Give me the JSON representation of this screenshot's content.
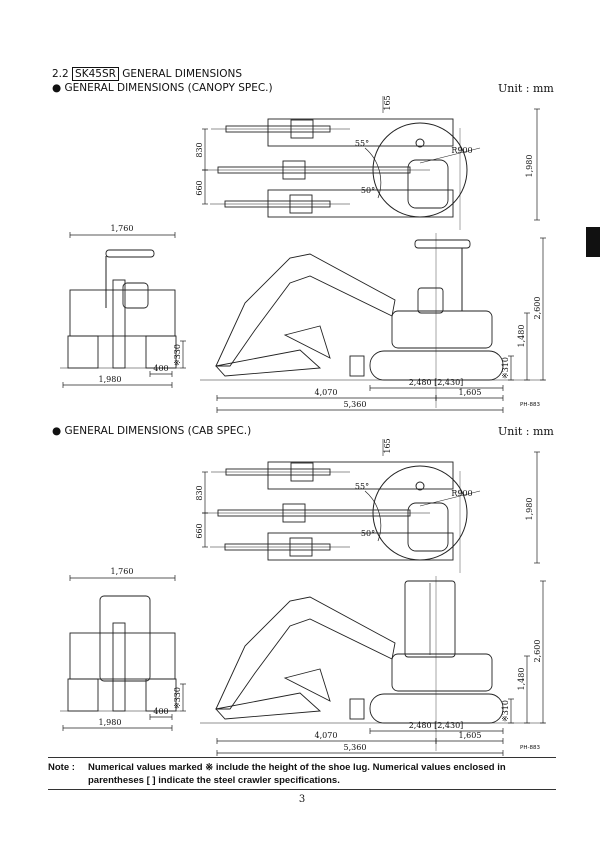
{
  "heading": {
    "number": "2.2",
    "model": "SK45SR",
    "text": "GENERAL DIMENSIONS"
  },
  "sections": [
    {
      "subtitle": "GENERAL DIMENSIONS (CANOPY SPEC.)",
      "unit": "Unit : mm",
      "top_view": {
        "d165": "165",
        "d830": "830",
        "d660": "660",
        "ang55": "55°",
        "ang50": "50°",
        "r900": "R900",
        "d1980": "1,980"
      },
      "front_view": {
        "width_top": "1,760",
        "width_bottom": "1,980",
        "d400": "400",
        "d330": "※330"
      },
      "side_view": {
        "height": "2,600",
        "d1480": "1,480",
        "d310": "※310",
        "d2480": "2,480 [2,430]",
        "d4070": "4,070",
        "d1605": "1,605",
        "d5360": "5,360",
        "code": "PH-883"
      },
      "cab": false
    },
    {
      "subtitle": "GENERAL DIMENSIONS (CAB SPEC.)",
      "unit": "Unit : mm",
      "top_view": {
        "d165": "165",
        "d830": "830",
        "d660": "660",
        "ang55": "55°",
        "ang50": "50°",
        "r900": "R900",
        "d1980": "1,980"
      },
      "front_view": {
        "width_top": "1,760",
        "width_bottom": "1,980",
        "d400": "400",
        "d330": "※330"
      },
      "side_view": {
        "height": "2,600",
        "d1480": "1,480",
        "d310": "※310",
        "d2480": "2,480 [2,430]",
        "d4070": "4,070",
        "d1605": "1,605",
        "d5360": "5,360",
        "code": "PH-883"
      },
      "cab": true
    }
  ],
  "note": {
    "label": "Note :",
    "line1": "Numerical values marked ※ include the height of the shoe lug.  Numerical values enclosed in",
    "line2": "parentheses [   ] indicate the steel crawler specifications."
  },
  "page_number": "3"
}
